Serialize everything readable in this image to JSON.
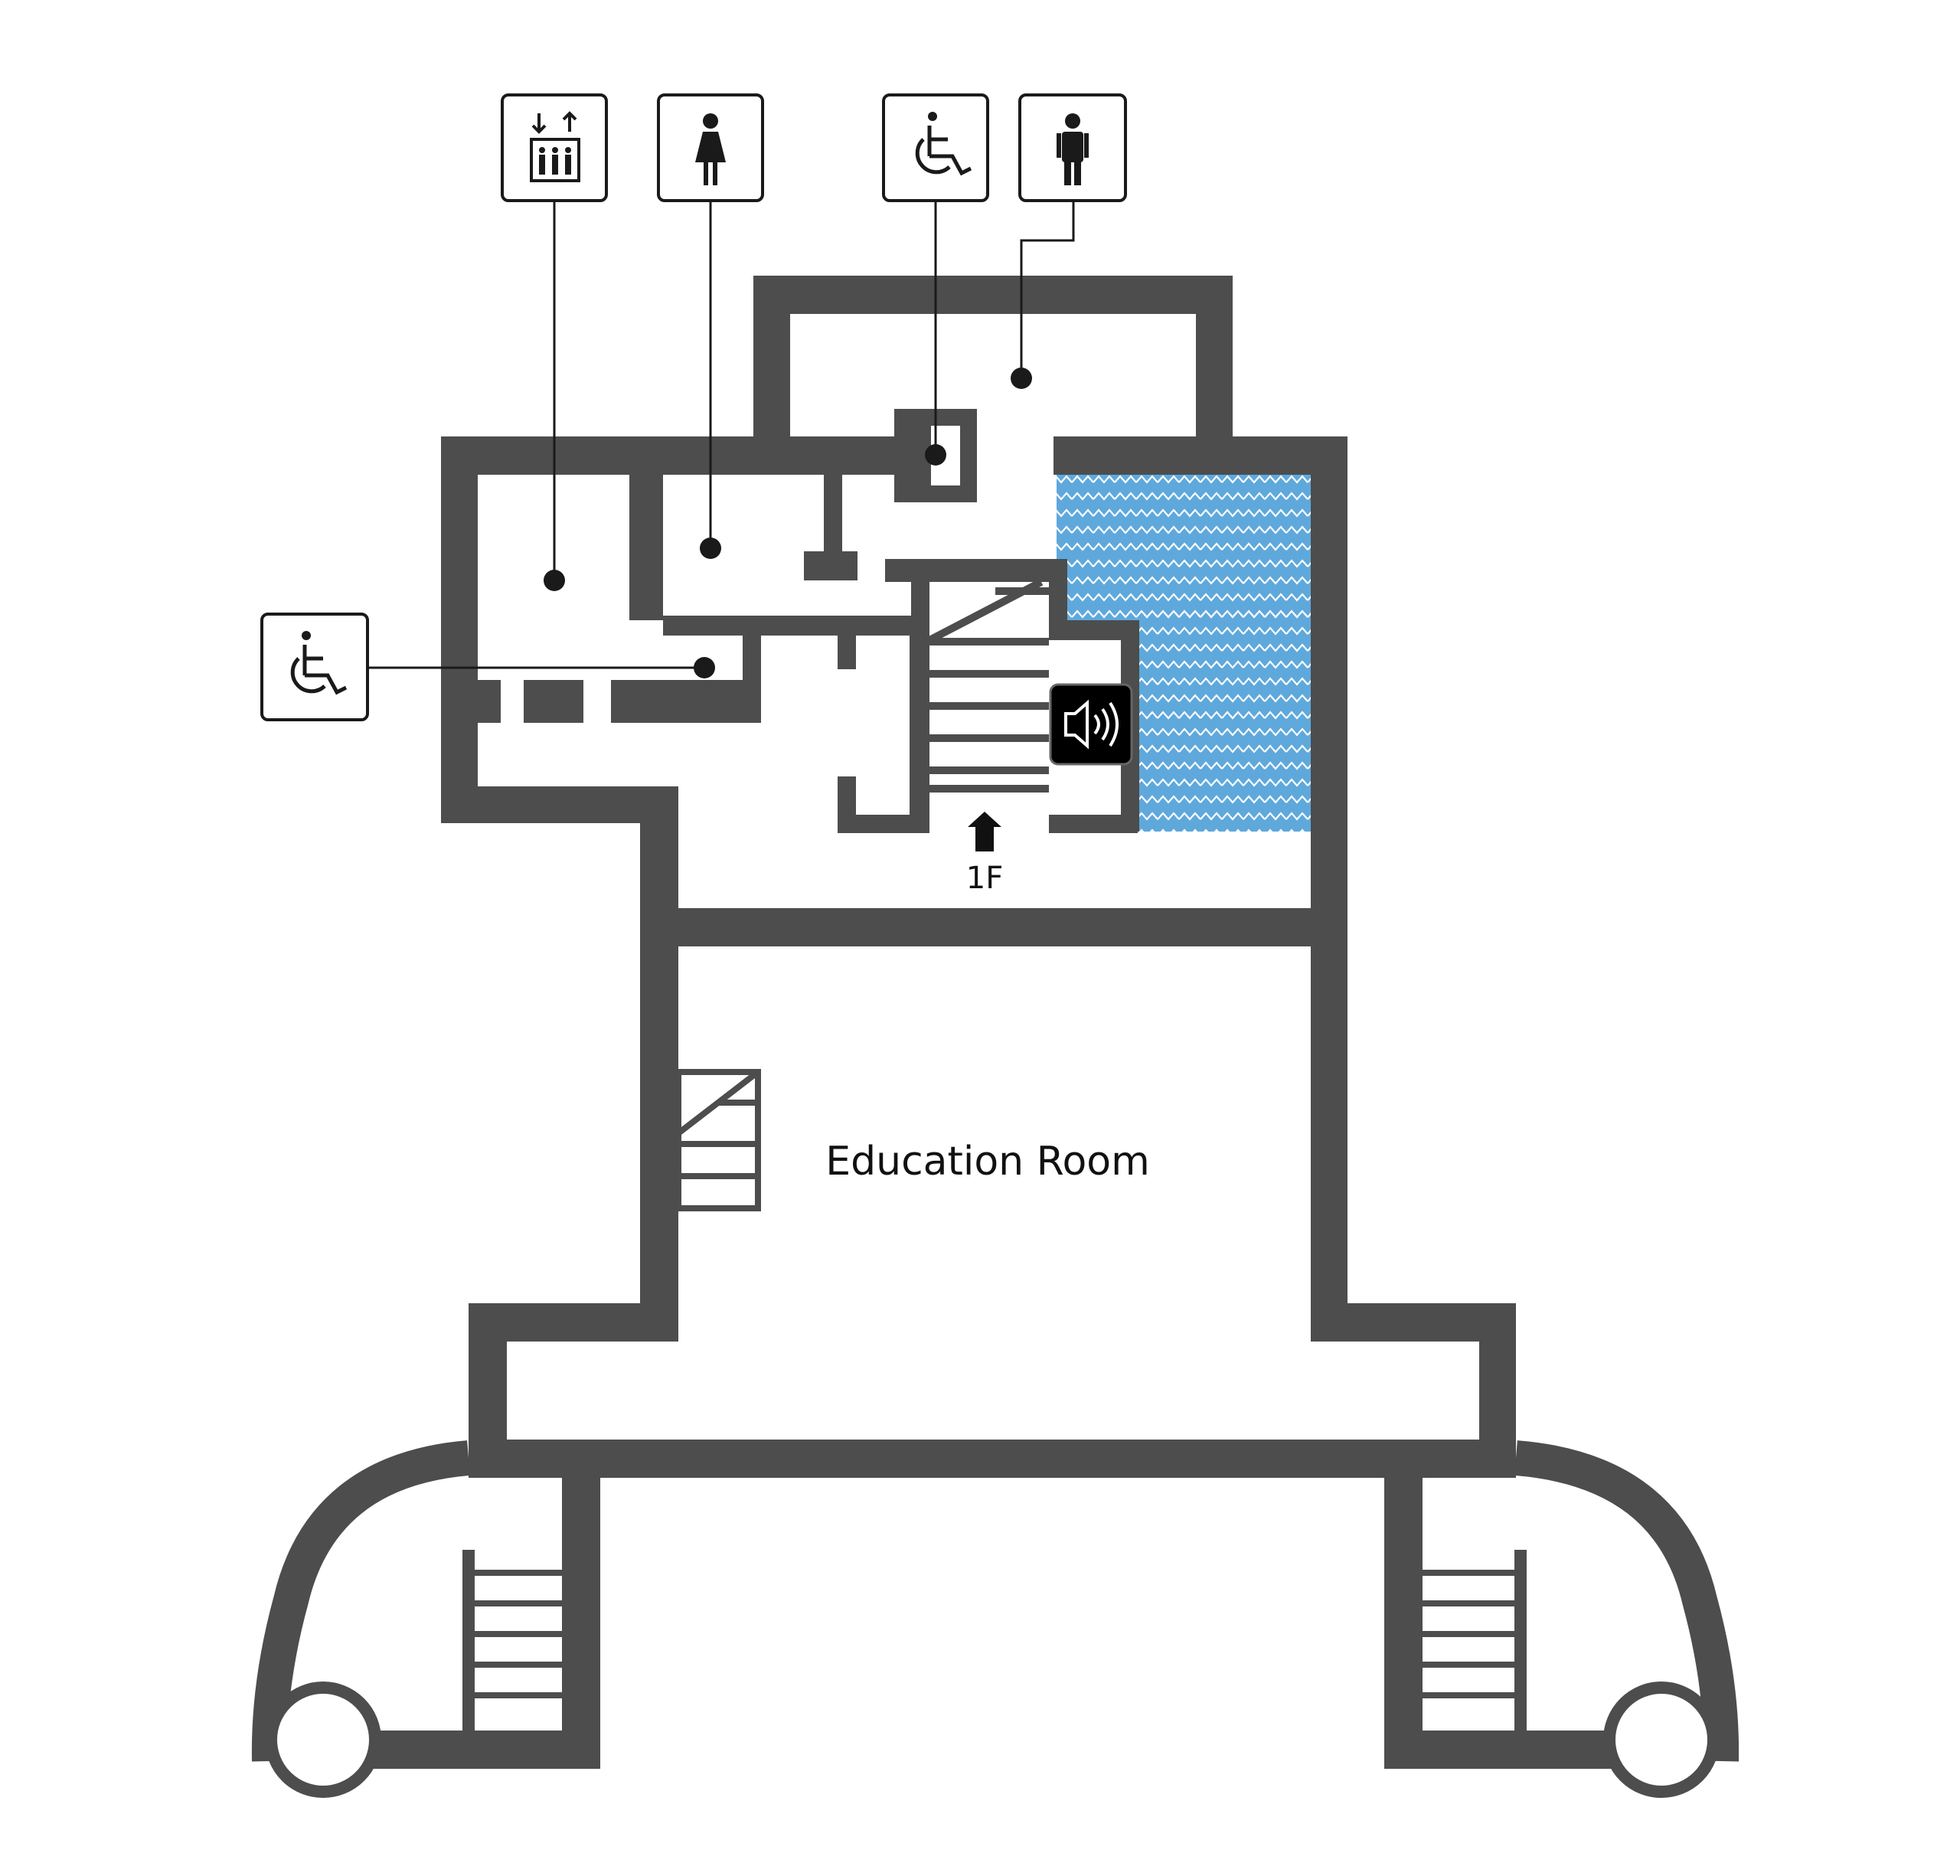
{
  "floorplan": {
    "rooms": [
      {
        "name": "education-room",
        "label": "Education Room"
      }
    ],
    "exits": [
      {
        "name": "stairs-up-1f",
        "label": "1F",
        "icon": "arrow-up-icon"
      }
    ],
    "legend_icons": [
      "elevator-icon",
      "womens-restroom-icon",
      "accessible-restroom-icon",
      "mens-restroom-icon",
      "accessible-icon",
      "speaker-icon"
    ],
    "colors": {
      "wall": "#4d4d4d",
      "water_area": "#5fa8dc",
      "water_pattern": "#ffffff",
      "icon_stroke": "#1a1a1a",
      "speaker_bg": "#000000"
    }
  }
}
